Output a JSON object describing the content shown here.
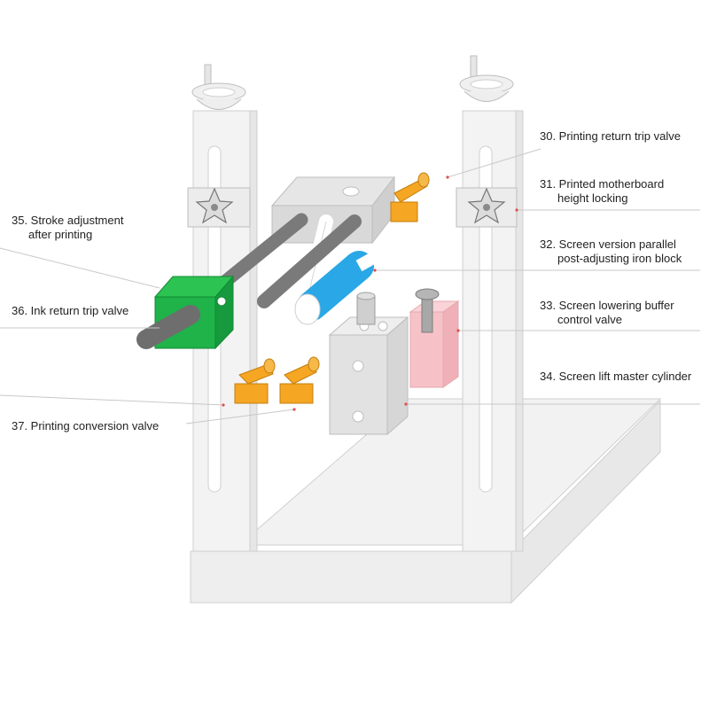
{
  "labels": {
    "l30": "30. Printing return trip valve",
    "l31_a": "31. Printed motherboard",
    "l31_b": "height locking",
    "l32_a": "32. Screen version parallel",
    "l32_b": "post-adjusting iron block",
    "l33_a": "33. Screen lowering buffer",
    "l33_b": "control valve",
    "l34": "34. Screen lift master cylinder",
    "l35_a": "35. Stroke adjustment",
    "l35_b": "after printing",
    "l36": "36. Ink return trip valve",
    "l37": "37. Printing conversion valve"
  },
  "colors": {
    "frame": "#eeeeee",
    "frame_edge": "#c8c8c8",
    "orange_valve": "#f5a623",
    "green_valve": "#1fb34a",
    "blue_roller": "#2aa7e6",
    "pink_cylinder": "#f6c2c8",
    "gray_rod": "#808080",
    "leader": "#c8c8c8",
    "marker": "#e05050"
  }
}
